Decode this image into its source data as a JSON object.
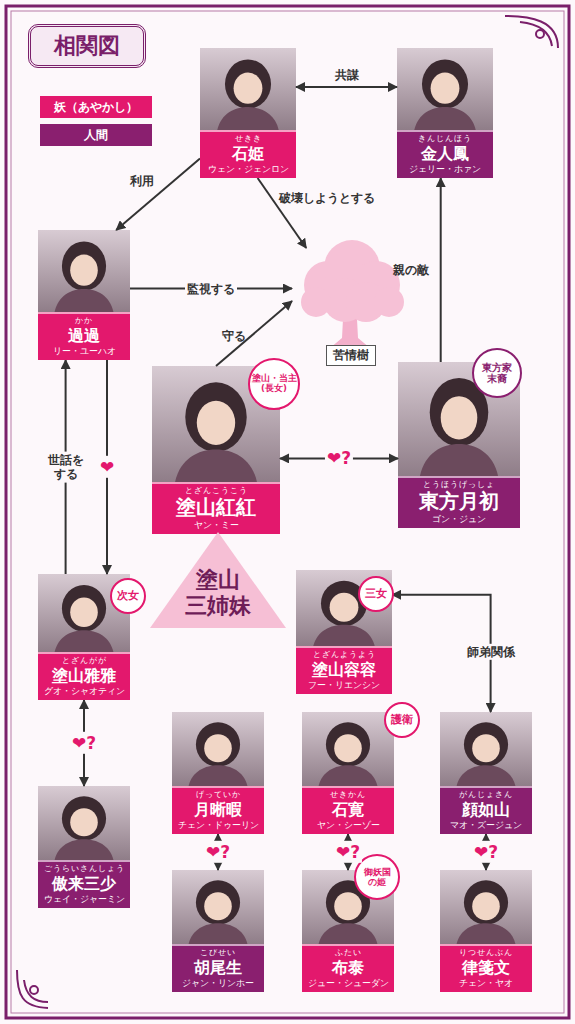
{
  "diagram": {
    "title": "相関図",
    "nodes": [
      {
        "text": [
          "せきき",
          "石姫",
          "ウェン・ジェンロン"
        ]
      },
      {
        "text": [
          "きんじんほう",
          "金人鳳",
          "ジェリー・ホァン"
        ]
      },
      {
        "text": [
          "苦情樹"
        ]
      },
      {
        "text": [
          "かか",
          "過過",
          "リー・ユーハオ"
        ]
      },
      {
        "text": [
          "とざんこうこう",
          "塗山紅紅",
          "ヤン・ミー"
        ]
      },
      {
        "text": [
          "塗山・当主 (長女)"
        ],
        "in": 4
      },
      {
        "text": [
          "とうほうげっしょ",
          "東方月初",
          "ゴン・ジュン"
        ]
      },
      {
        "text": [
          "東方家 末裔"
        ],
        "in": 6
      },
      {
        "text": [
          "塗山 三姉妹"
        ]
      },
      {
        "text": [
          "とざんがが",
          "塗山雅雅",
          "グオ・シャオティン"
        ]
      },
      {
        "text": [
          "次女"
        ],
        "in": 9
      },
      {
        "text": [
          "とざんようよう",
          "塗山容容",
          "フー・リエンシン"
        ]
      },
      {
        "text": [
          "三女"
        ],
        "in": 11
      },
      {
        "text": [
          "げっていか",
          "月晰暇",
          "チェン・ドゥーリン"
        ]
      },
      {
        "text": [
          "せきかん",
          "石寛",
          "ヤン・シーゾー"
        ]
      },
      {
        "text": [
          "護衛"
        ],
        "in": 14
      },
      {
        "text": [
          "がんじょさん",
          "顔如山",
          "マオ・ズージュン"
        ]
      },
      {
        "text": [
          "ごうらいさんしょう",
          "傲来三少",
          "ウェイ・ジャーミン"
        ]
      },
      {
        "text": [
          "こびせい",
          "胡尾生",
          "ジャン・リンホー"
        ]
      },
      {
        "text": [
          "ふたい",
          "布泰",
          "ジュー・シューダン"
        ]
      },
      {
        "text": [
          "御妖国 の姫"
        ],
        "in": 19
      },
      {
        "text": [
          "りつせんぶん",
          "律箋文",
          "チェン・ヤオ"
        ]
      }
    ],
    "edges": [
      {
        "from": 0,
        "to": 1,
        "label": "共謀",
        "arrow": "both"
      },
      {
        "from": 0,
        "to": 3,
        "label": "利用",
        "arrow": "to"
      },
      {
        "from": 0,
        "to": 2,
        "label": "破壊しようとする",
        "arrow": "to"
      },
      {
        "from": 3,
        "to": 2,
        "label": "監視する",
        "arrow": "to"
      },
      {
        "from": 4,
        "to": 2,
        "label": "守る",
        "arrow": "to"
      },
      {
        "from": 6,
        "to": 1,
        "label": "親の敵",
        "arrow": "to"
      },
      {
        "from": 4,
        "to": 6,
        "label": "❤?",
        "arrow": "both"
      },
      {
        "from": 9,
        "to": 3,
        "label": "世話を する",
        "arrow": "to"
      },
      {
        "from": 3,
        "to": 9,
        "label": "❤",
        "arrow": "to"
      },
      {
        "from": 11,
        "to": 16,
        "label": "師弟関係",
        "arrow": "both"
      },
      {
        "from": 9,
        "to": 17,
        "label": "❤?",
        "arrow": "both"
      },
      {
        "from": 13,
        "to": 18,
        "label": "❤?",
        "arrow": "both"
      },
      {
        "from": 14,
        "to": 19,
        "label": "❤?",
        "arrow": "both"
      },
      {
        "from": 16,
        "to": 21,
        "label": "❤?",
        "arrow": "both"
      }
    ],
    "legend": [
      {
        "text": "妖（あやかし）",
        "color": "#e3186d"
      },
      {
        "text": "人間",
        "color": "#8a1f6f"
      }
    ]
  }
}
